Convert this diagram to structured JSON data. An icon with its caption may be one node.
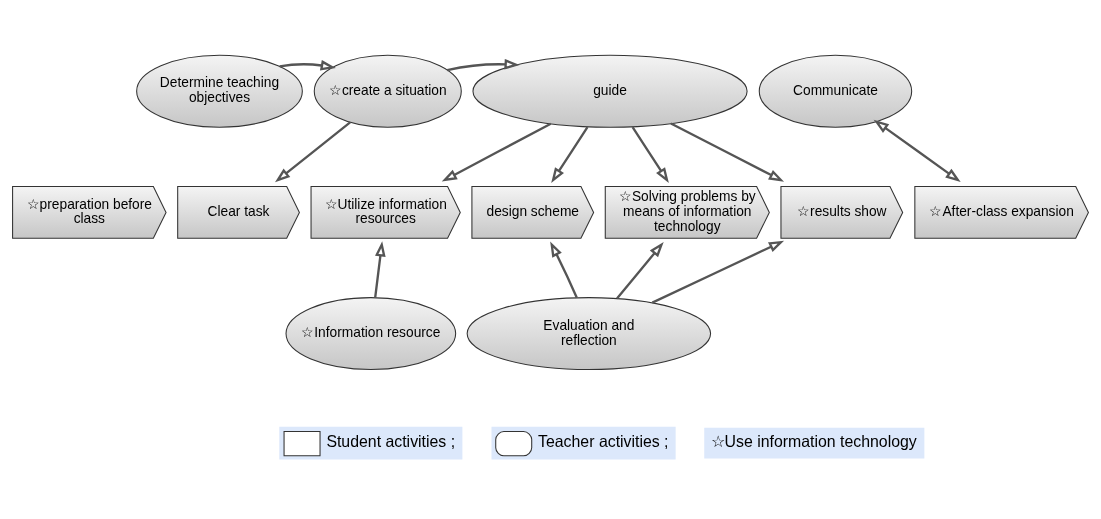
{
  "diagram": {
    "nodes": [
      {
        "text": [
          "Determine teaching objectives"
        ]
      },
      {
        "text": [
          "☆create a situation"
        ]
      },
      {
        "text": [
          "guide"
        ]
      },
      {
        "text": [
          "Communicate"
        ]
      },
      {
        "text": [
          "☆preparation before class"
        ]
      },
      {
        "text": [
          "Clear task"
        ]
      },
      {
        "text": [
          "☆Utilize information resources"
        ]
      },
      {
        "text": [
          "design scheme"
        ]
      },
      {
        "text": [
          "☆Solving problems by means of information technology"
        ]
      },
      {
        "text": [
          "☆results show"
        ]
      },
      {
        "text": [
          "☆After-class expansion"
        ]
      },
      {
        "text": [
          "☆Information resource"
        ]
      },
      {
        "text": [
          "Evaluation and reflection"
        ]
      }
    ],
    "edges": [
      {
        "from": 0,
        "to": 1,
        "arrow": "to"
      },
      {
        "from": 1,
        "to": 2,
        "arrow": "to"
      },
      {
        "from": 1,
        "to": 5,
        "arrow": "to"
      },
      {
        "from": 2,
        "to": 6,
        "arrow": "to"
      },
      {
        "from": 2,
        "to": 7,
        "arrow": "to"
      },
      {
        "from": 2,
        "to": 8,
        "arrow": "to"
      },
      {
        "from": 2,
        "to": 9,
        "arrow": "to"
      },
      {
        "from": 3,
        "to": 10,
        "arrow": "both"
      },
      {
        "from": 11,
        "to": 6,
        "arrow": "to"
      },
      {
        "from": 12,
        "to": 7,
        "arrow": "to"
      },
      {
        "from": 12,
        "to": 8,
        "arrow": "to"
      },
      {
        "from": 12,
        "to": 9,
        "arrow": "to"
      }
    ],
    "legend": [
      {
        "text": "Student activities ;"
      },
      {
        "text": "Teacher activities ;"
      },
      {
        "text": "☆Use information technology"
      }
    ]
  }
}
